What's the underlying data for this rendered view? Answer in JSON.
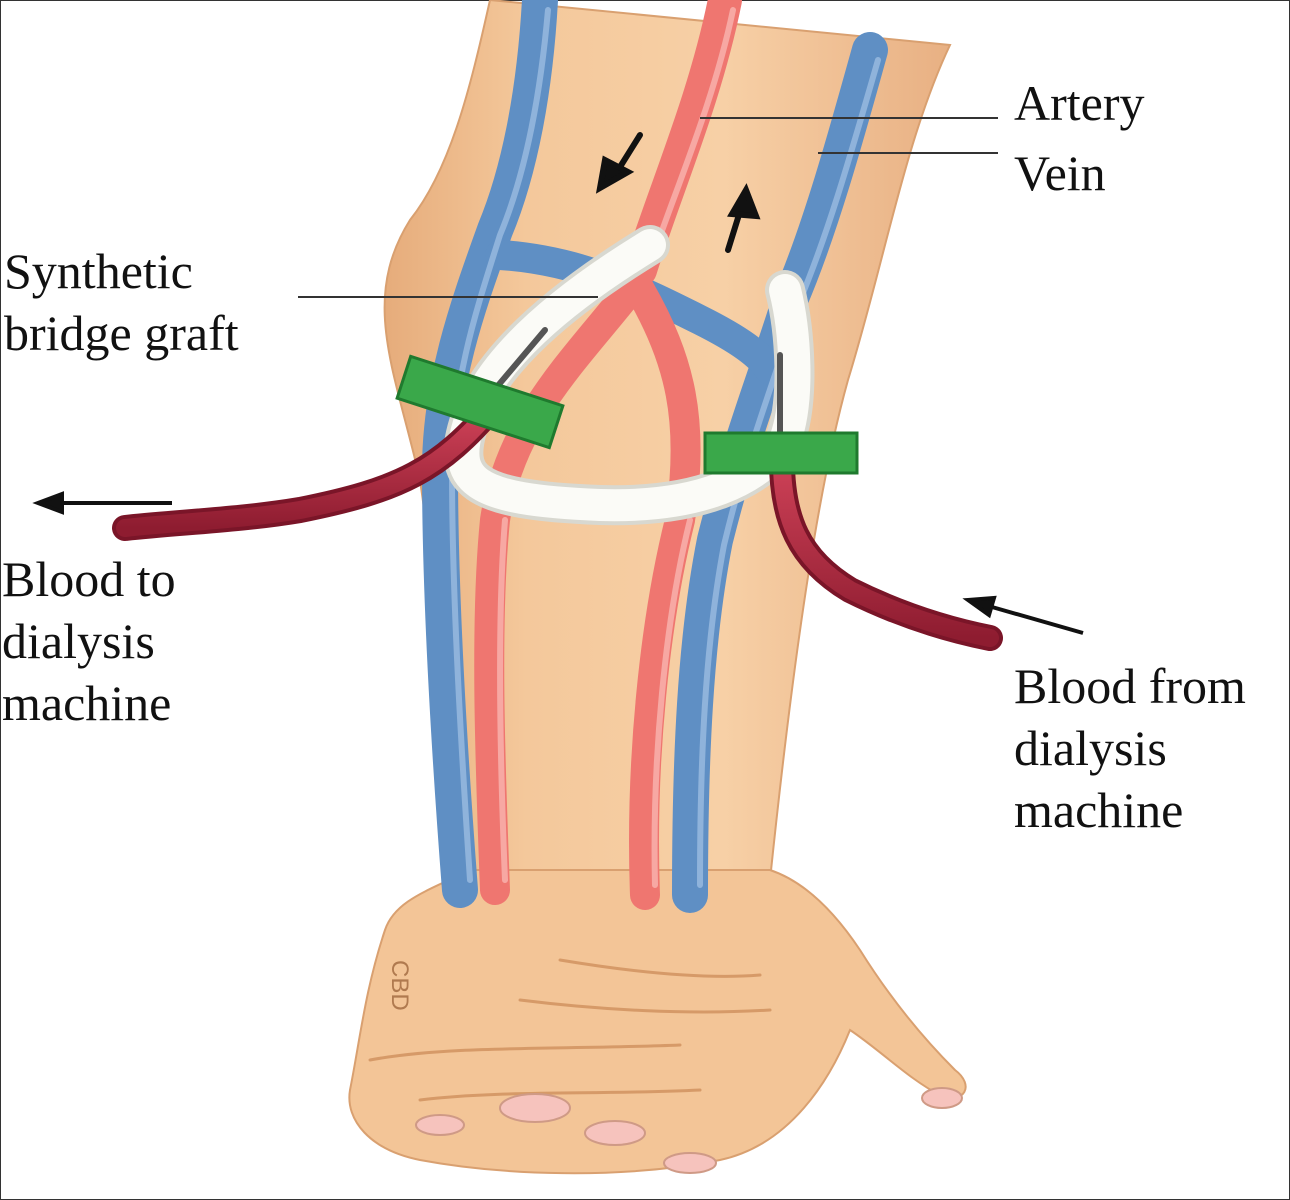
{
  "labels": {
    "artery": "Artery",
    "vein": "Vein",
    "graft": [
      "Synthetic",
      "bridge graft"
    ],
    "blood_to": [
      "Blood to",
      "dialysis",
      "machine"
    ],
    "blood_from": [
      "Blood from",
      "dialysis",
      "machine"
    ]
  },
  "signature": "CBD",
  "colors": {
    "skin": "#f2c292",
    "skin_shadow": "#e2a877",
    "artery": "#ef7670",
    "vein": "#5f8fc4",
    "graft": "#fbfbf7",
    "tape": "#3aa84a",
    "tube": "#b3283f",
    "leader": "#333333"
  }
}
